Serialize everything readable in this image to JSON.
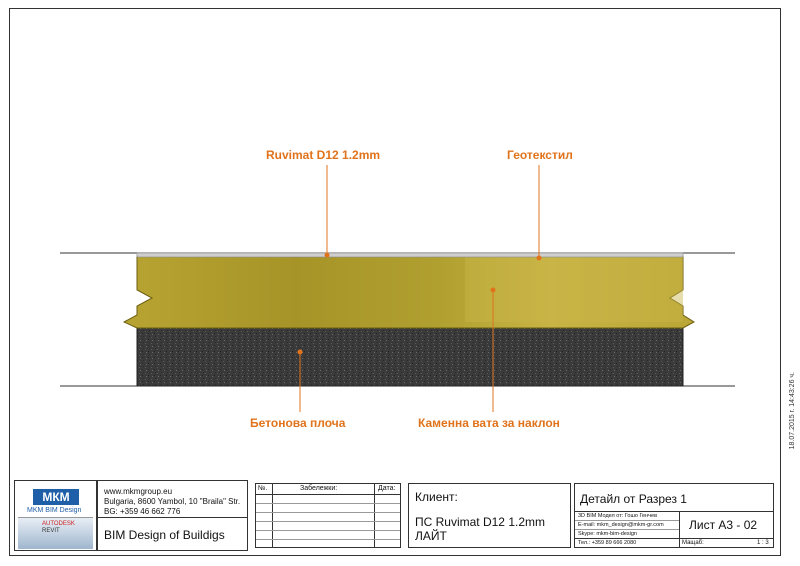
{
  "callouts": {
    "ruvimat": "Ruvimat D12 1.2mm",
    "geotextile": "Геотекстил",
    "concrete": "Бетонова плоча",
    "stonewool": "Каменна вата за наклон"
  },
  "company": {
    "logo_text": "МКМ",
    "logo_sub": "MKM BIM Design",
    "autodesk_line1": "AUTODESK",
    "autodesk_line2": "REVIT",
    "website": "www.mkmgroup.eu",
    "address": "Bulgaria, 8600 Yambol, 10 \"Braila\" Str.",
    "phone": "BG: +359 46  662 776",
    "tagline": "BIM Design of Buildigs"
  },
  "notes_table": {
    "col_no": "№.",
    "col_notes": "Забележки:",
    "col_date": "Дата:"
  },
  "client": {
    "label": "Клиент:",
    "project_line1": "ПС Ruvimat D12 1.2mm",
    "project_line2": "ЛАЙТ"
  },
  "sheet": {
    "title": "Детайл от Разрез 1",
    "model_by": "3D BIM Модел от:   Гошо Генчев",
    "email": "E-mail: mkm_design@mkm-gr.com",
    "skype": "Skype: mkm-bim-design",
    "tel": "Тел.: +359 89 666 2080",
    "sheet_no": "Лист А3 - 02",
    "scale_label": "Мащаб:",
    "scale_value": "1 : 3"
  },
  "timestamp": "18.07.2015 г. 14:43:26 ч."
}
